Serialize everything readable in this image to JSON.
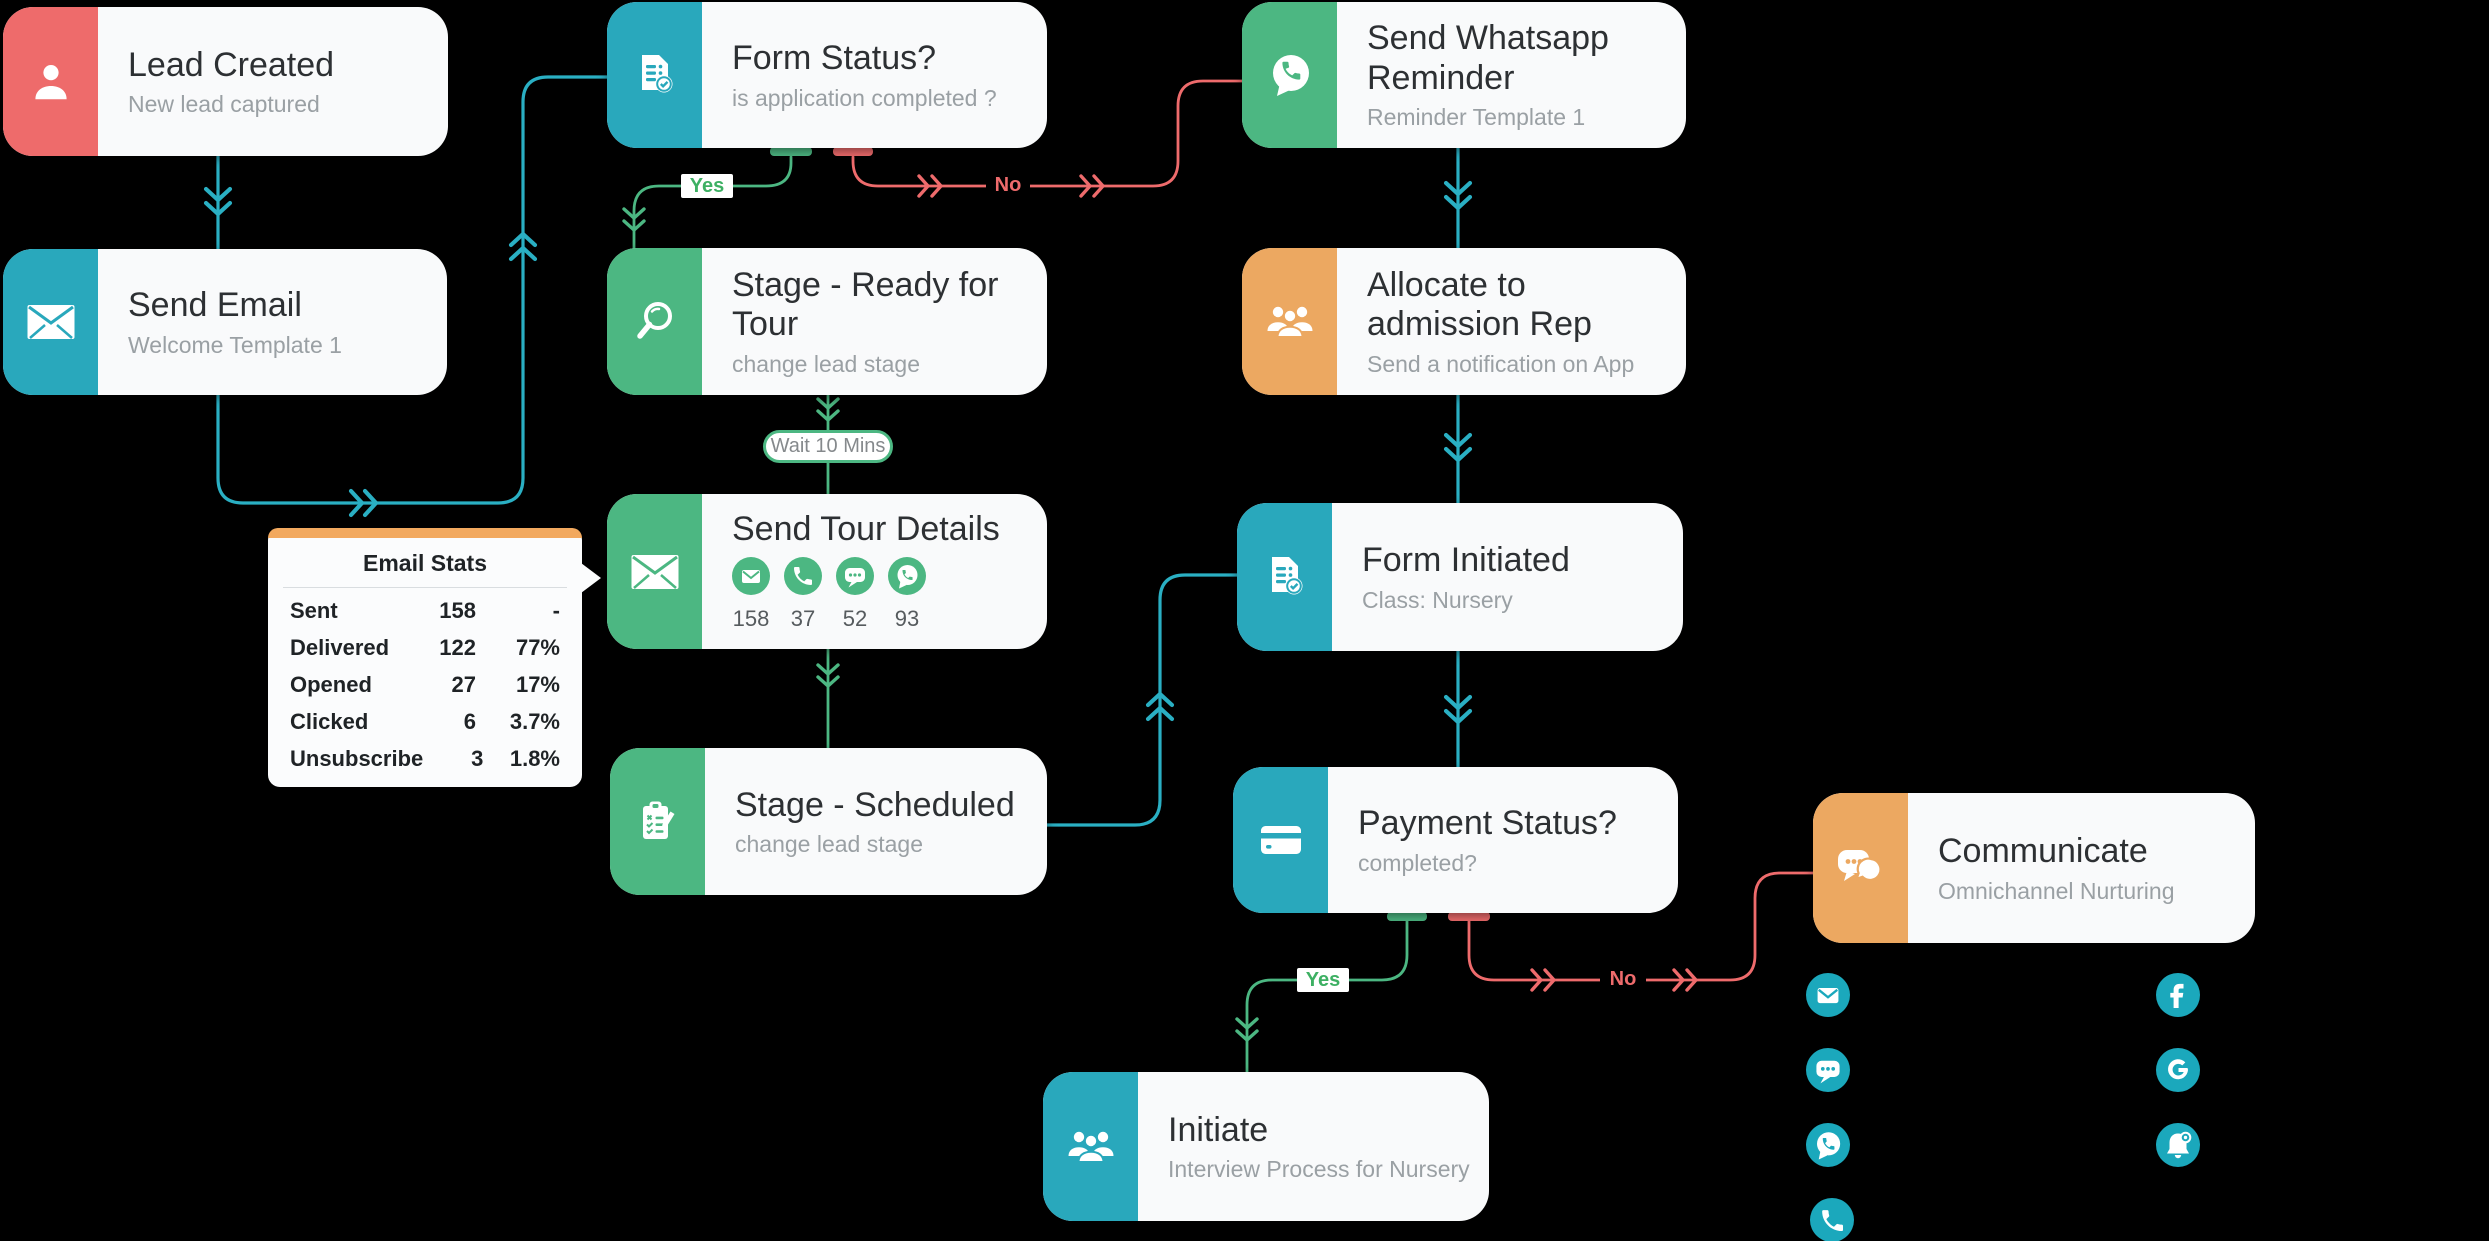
{
  "colors": {
    "teal": "#29a8bc",
    "green": "#4cb782",
    "red": "#ee6b6c",
    "orange": "#eca861",
    "node_background": "#f9fafb",
    "yes_text": "#3db063"
  },
  "labels": {
    "yes": "Yes",
    "no": "No",
    "wait": "Wait 10 Mins"
  },
  "nodes": {
    "lead_created": {
      "title": "Lead Created",
      "subtitle": "New lead captured"
    },
    "send_email": {
      "title": "Send Email",
      "subtitle": "Welcome Template 1"
    },
    "form_status": {
      "title": "Form Status?",
      "subtitle": "is application completed ?"
    },
    "send_whatsapp_reminder": {
      "title": "Send Whatsapp Reminder",
      "subtitle": "Reminder Template 1"
    },
    "stage_ready_for_tour": {
      "title": "Stage - Ready for Tour",
      "subtitle": "change lead stage"
    },
    "allocate_admission_rep": {
      "title": "Allocate to admission Rep",
      "subtitle": "Send a notification on App"
    },
    "send_tour_details": {
      "title": "Send Tour Details",
      "channels": [
        {
          "name": "email",
          "count": "158"
        },
        {
          "name": "call",
          "count": "37"
        },
        {
          "name": "sms",
          "count": "52"
        },
        {
          "name": "whatsapp",
          "count": "93"
        }
      ]
    },
    "form_initiated": {
      "title": "Form Initiated",
      "subtitle": "Class: Nursery"
    },
    "stage_scheduled": {
      "title": "Stage - Scheduled",
      "subtitle": "change lead stage"
    },
    "payment_status": {
      "title": "Payment Status?",
      "subtitle": "completed?"
    },
    "communicate": {
      "title": "Communicate",
      "subtitle": "Omnichannel Nurturing"
    },
    "initiate": {
      "title": "Initiate",
      "subtitle": "Interview Process for Nursery"
    }
  },
  "email_stats": {
    "title": "Email Stats",
    "rows": [
      {
        "label": "Sent",
        "value": "158",
        "pct": "-"
      },
      {
        "label": "Delivered",
        "value": "122",
        "pct": "77%"
      },
      {
        "label": "Opened",
        "value": "27",
        "pct": "17%"
      },
      {
        "label": "Clicked",
        "value": "6",
        "pct": "3.7%"
      },
      {
        "label": "Unsubscribe",
        "value": "3",
        "pct": "1.8%"
      }
    ]
  },
  "social_channels": {
    "left": [
      "email",
      "sms",
      "whatsapp",
      "call"
    ],
    "right": [
      "facebook",
      "google",
      "notification"
    ]
  }
}
